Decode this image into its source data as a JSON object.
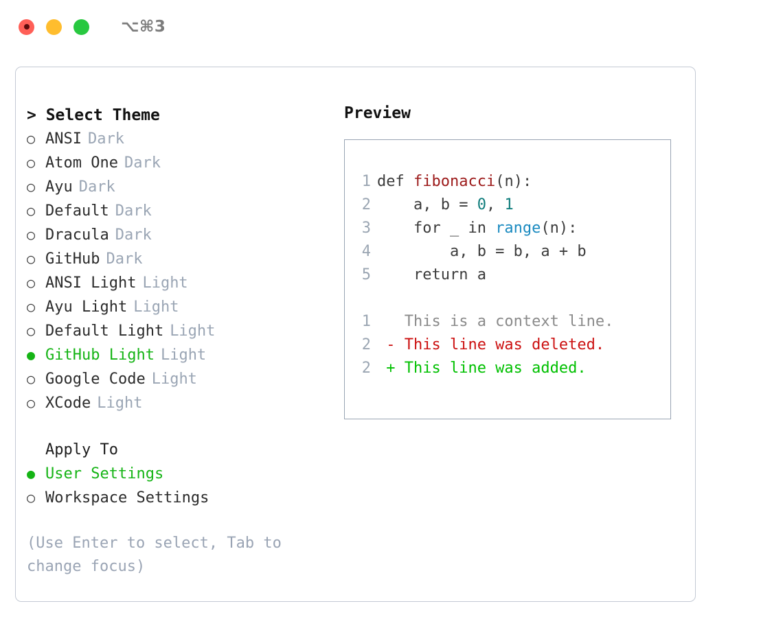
{
  "titlebar": {
    "shortcut": "⌥⌘3",
    "buttons": [
      {
        "name": "close",
        "color": "#ff5f57"
      },
      {
        "name": "minimize",
        "color": "#ffbd2e"
      },
      {
        "name": "maximize",
        "color": "#28c840"
      }
    ]
  },
  "theme_picker": {
    "header": "> Select Theme",
    "items": [
      {
        "marker": "○",
        "label": "ANSI",
        "badge": "Dark",
        "selected": false
      },
      {
        "marker": "○",
        "label": "Atom One",
        "badge": "Dark",
        "selected": false
      },
      {
        "marker": "○",
        "label": "Ayu",
        "badge": "Dark",
        "selected": false
      },
      {
        "marker": "○",
        "label": "Default",
        "badge": "Dark",
        "selected": false
      },
      {
        "marker": "○",
        "label": "Dracula",
        "badge": "Dark",
        "selected": false
      },
      {
        "marker": "○",
        "label": "GitHub",
        "badge": "Dark",
        "selected": false
      },
      {
        "marker": "○",
        "label": "ANSI Light",
        "badge": "Light",
        "selected": false
      },
      {
        "marker": "○",
        "label": "Ayu Light",
        "badge": "Light",
        "selected": false
      },
      {
        "marker": "○",
        "label": "Default Light",
        "badge": "Light",
        "selected": false
      },
      {
        "marker": "●",
        "label": "GitHub Light",
        "badge": "Light",
        "selected": true
      },
      {
        "marker": "○",
        "label": "Google Code",
        "badge": "Light",
        "selected": false
      },
      {
        "marker": "○",
        "label": "XCode",
        "badge": "Light",
        "selected": false
      }
    ]
  },
  "apply_to": {
    "header": "Apply To",
    "items": [
      {
        "marker": "●",
        "label": "User Settings",
        "selected": true
      },
      {
        "marker": "○",
        "label": "Workspace Settings",
        "selected": false
      }
    ]
  },
  "hint": "(Use Enter to select, Tab to change focus)",
  "preview": {
    "title": "Preview",
    "code_lines": [
      {
        "number": "1",
        "tokens": [
          {
            "text": "def ",
            "kind": "plain"
          },
          {
            "text": "fibonacci",
            "kind": "fn"
          },
          {
            "text": "(n):",
            "kind": "plain"
          }
        ]
      },
      {
        "number": "2",
        "tokens": [
          {
            "text": "    a, b = ",
            "kind": "plain"
          },
          {
            "text": "0",
            "kind": "num"
          },
          {
            "text": ", ",
            "kind": "plain"
          },
          {
            "text": "1",
            "kind": "num"
          }
        ]
      },
      {
        "number": "3",
        "tokens": [
          {
            "text": "    for _ in ",
            "kind": "plain"
          },
          {
            "text": "range",
            "kind": "call"
          },
          {
            "text": "(n):",
            "kind": "plain"
          }
        ]
      },
      {
        "number": "4",
        "tokens": [
          {
            "text": "        a, b = b, a + b",
            "kind": "plain"
          }
        ]
      },
      {
        "number": "5",
        "tokens": [
          {
            "text": "    return a",
            "kind": "plain"
          }
        ]
      }
    ],
    "diff_lines": [
      {
        "number": "1",
        "text": "   This is a context line.",
        "kind": "ctx"
      },
      {
        "number": "2",
        "text": " - This line was deleted.",
        "kind": "del"
      },
      {
        "number": "2",
        "text": " + This line was added.",
        "kind": "add"
      }
    ]
  },
  "colors": {
    "selected": "#15b415",
    "badge": "#9aa5b4",
    "hint": "#9aa4b4",
    "line_number": "#9aa5b2",
    "fn": "#9c1a1a",
    "num": "#0e7c7b",
    "call": "#1a8ac0",
    "diff_add": "#00c000",
    "diff_del": "#cc1111",
    "diff_ctx": "#8a8a8a",
    "panel_border": "#c3c9d4",
    "preview_border": "#97a3b2"
  }
}
